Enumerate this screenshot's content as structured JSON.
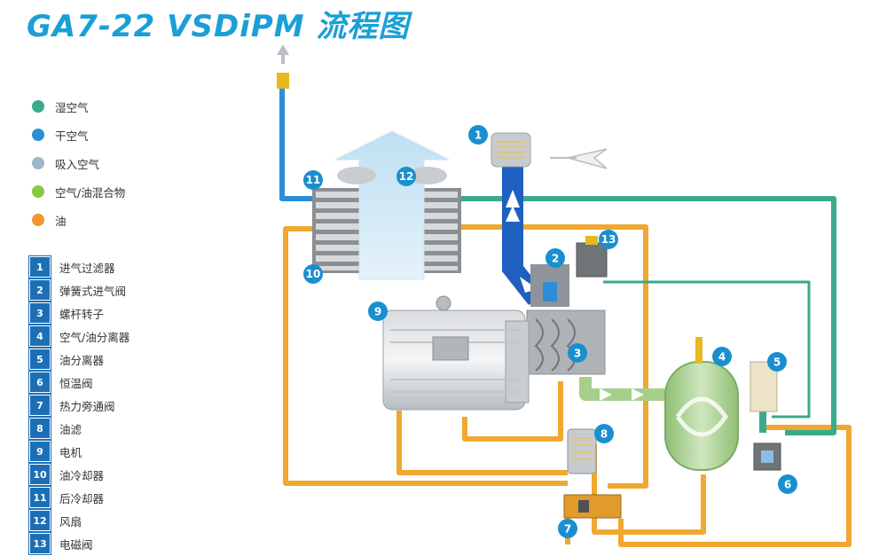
{
  "title": "GA7-22 VSDiPM 流程图",
  "legend": [
    {
      "label": "湿空气",
      "color": "#3aaa8c"
    },
    {
      "label": "干空气",
      "color": "#2a8fd8"
    },
    {
      "label": "吸入空气",
      "color": "#9db8c8"
    },
    {
      "label": "空气/油混合物",
      "color": "#8cc63f"
    },
    {
      "label": "油",
      "color": "#f0962b"
    }
  ],
  "parts": [
    {
      "num": "1",
      "label": "进气过滤器"
    },
    {
      "num": "2",
      "label": "弹簧式进气阀"
    },
    {
      "num": "3",
      "label": "螺杆转子"
    },
    {
      "num": "4",
      "label": "空气/油分离器"
    },
    {
      "num": "5",
      "label": "油分离器"
    },
    {
      "num": "6",
      "label": "恒温阀"
    },
    {
      "num": "7",
      "label": "热力旁通阀"
    },
    {
      "num": "8",
      "label": "油滤"
    },
    {
      "num": "9",
      "label": "电机"
    },
    {
      "num": "10",
      "label": "油冷却器"
    },
    {
      "num": "11",
      "label": "后冷却器"
    },
    {
      "num": "12",
      "label": "风扇"
    },
    {
      "num": "13",
      "label": "电磁阀"
    }
  ],
  "badges": [
    "1",
    "2",
    "3",
    "4",
    "5",
    "6",
    "7",
    "8",
    "9",
    "10",
    "11",
    "12",
    "13"
  ],
  "colors": {
    "title": "#1a9fd6",
    "badge": "#1a8fd0",
    "oil": "#f0a830",
    "wet_air": "#3aaa8c",
    "dry_air": "#2a8fd8",
    "intake": "#1f5fc0",
    "mixture": "#a8cf8a"
  }
}
